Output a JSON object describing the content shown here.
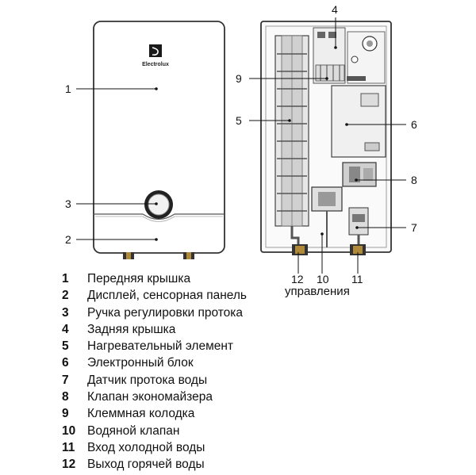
{
  "brand": "Electrolux",
  "callouts": {
    "front": [
      "1",
      "3",
      "2"
    ],
    "back": [
      "4",
      "9",
      "5",
      "6",
      "8",
      "7",
      "12",
      "10",
      "11"
    ],
    "suffix_10": "управления"
  },
  "legend": [
    {
      "num": "1",
      "text": "Передняя крышка"
    },
    {
      "num": "2",
      "text": "Дисплей, сенсорная панель"
    },
    {
      "num": "3",
      "text": "Ручка регулировки протока"
    },
    {
      "num": "4",
      "text": "Задняя крышка"
    },
    {
      "num": "5",
      "text": "Нагревательный элемент"
    },
    {
      "num": "6",
      "text": "Электронный блок"
    },
    {
      "num": "7",
      "text": "Датчик протока воды"
    },
    {
      "num": "8",
      "text": "Клапан экономайзера"
    },
    {
      "num": "9",
      "text": "Клеммная колодка"
    },
    {
      "num": "10",
      "text": "Водяной клапан"
    },
    {
      "num": "11",
      "text": "Вход холодной воды"
    },
    {
      "num": "12",
      "text": "Выход горячей воды"
    }
  ]
}
